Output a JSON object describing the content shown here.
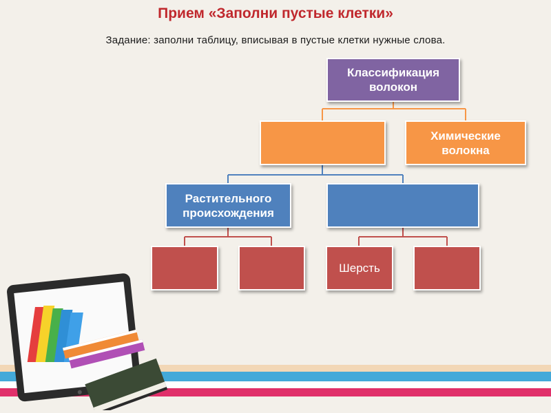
{
  "header": {
    "title": "Прием «Заполни пустые клетки»",
    "task": "Задание: заполни таблицу,  вписывая в пустые клетки нужные слова."
  },
  "diagram": {
    "root": "Классификация волокон",
    "level1": {
      "left": "",
      "right": "Химические волокна"
    },
    "level2": {
      "left": "Растительного происхождения",
      "right": ""
    },
    "level3": {
      "a": "",
      "b": "",
      "c": "Шерсть",
      "d": ""
    }
  },
  "colors": {
    "root": "#8064a2",
    "level1": "#f79646",
    "level2": "#4f81bd",
    "level3": "#c0504d",
    "title": "#c0282d"
  },
  "decor": {
    "image": "tablet-with-books-icon"
  }
}
